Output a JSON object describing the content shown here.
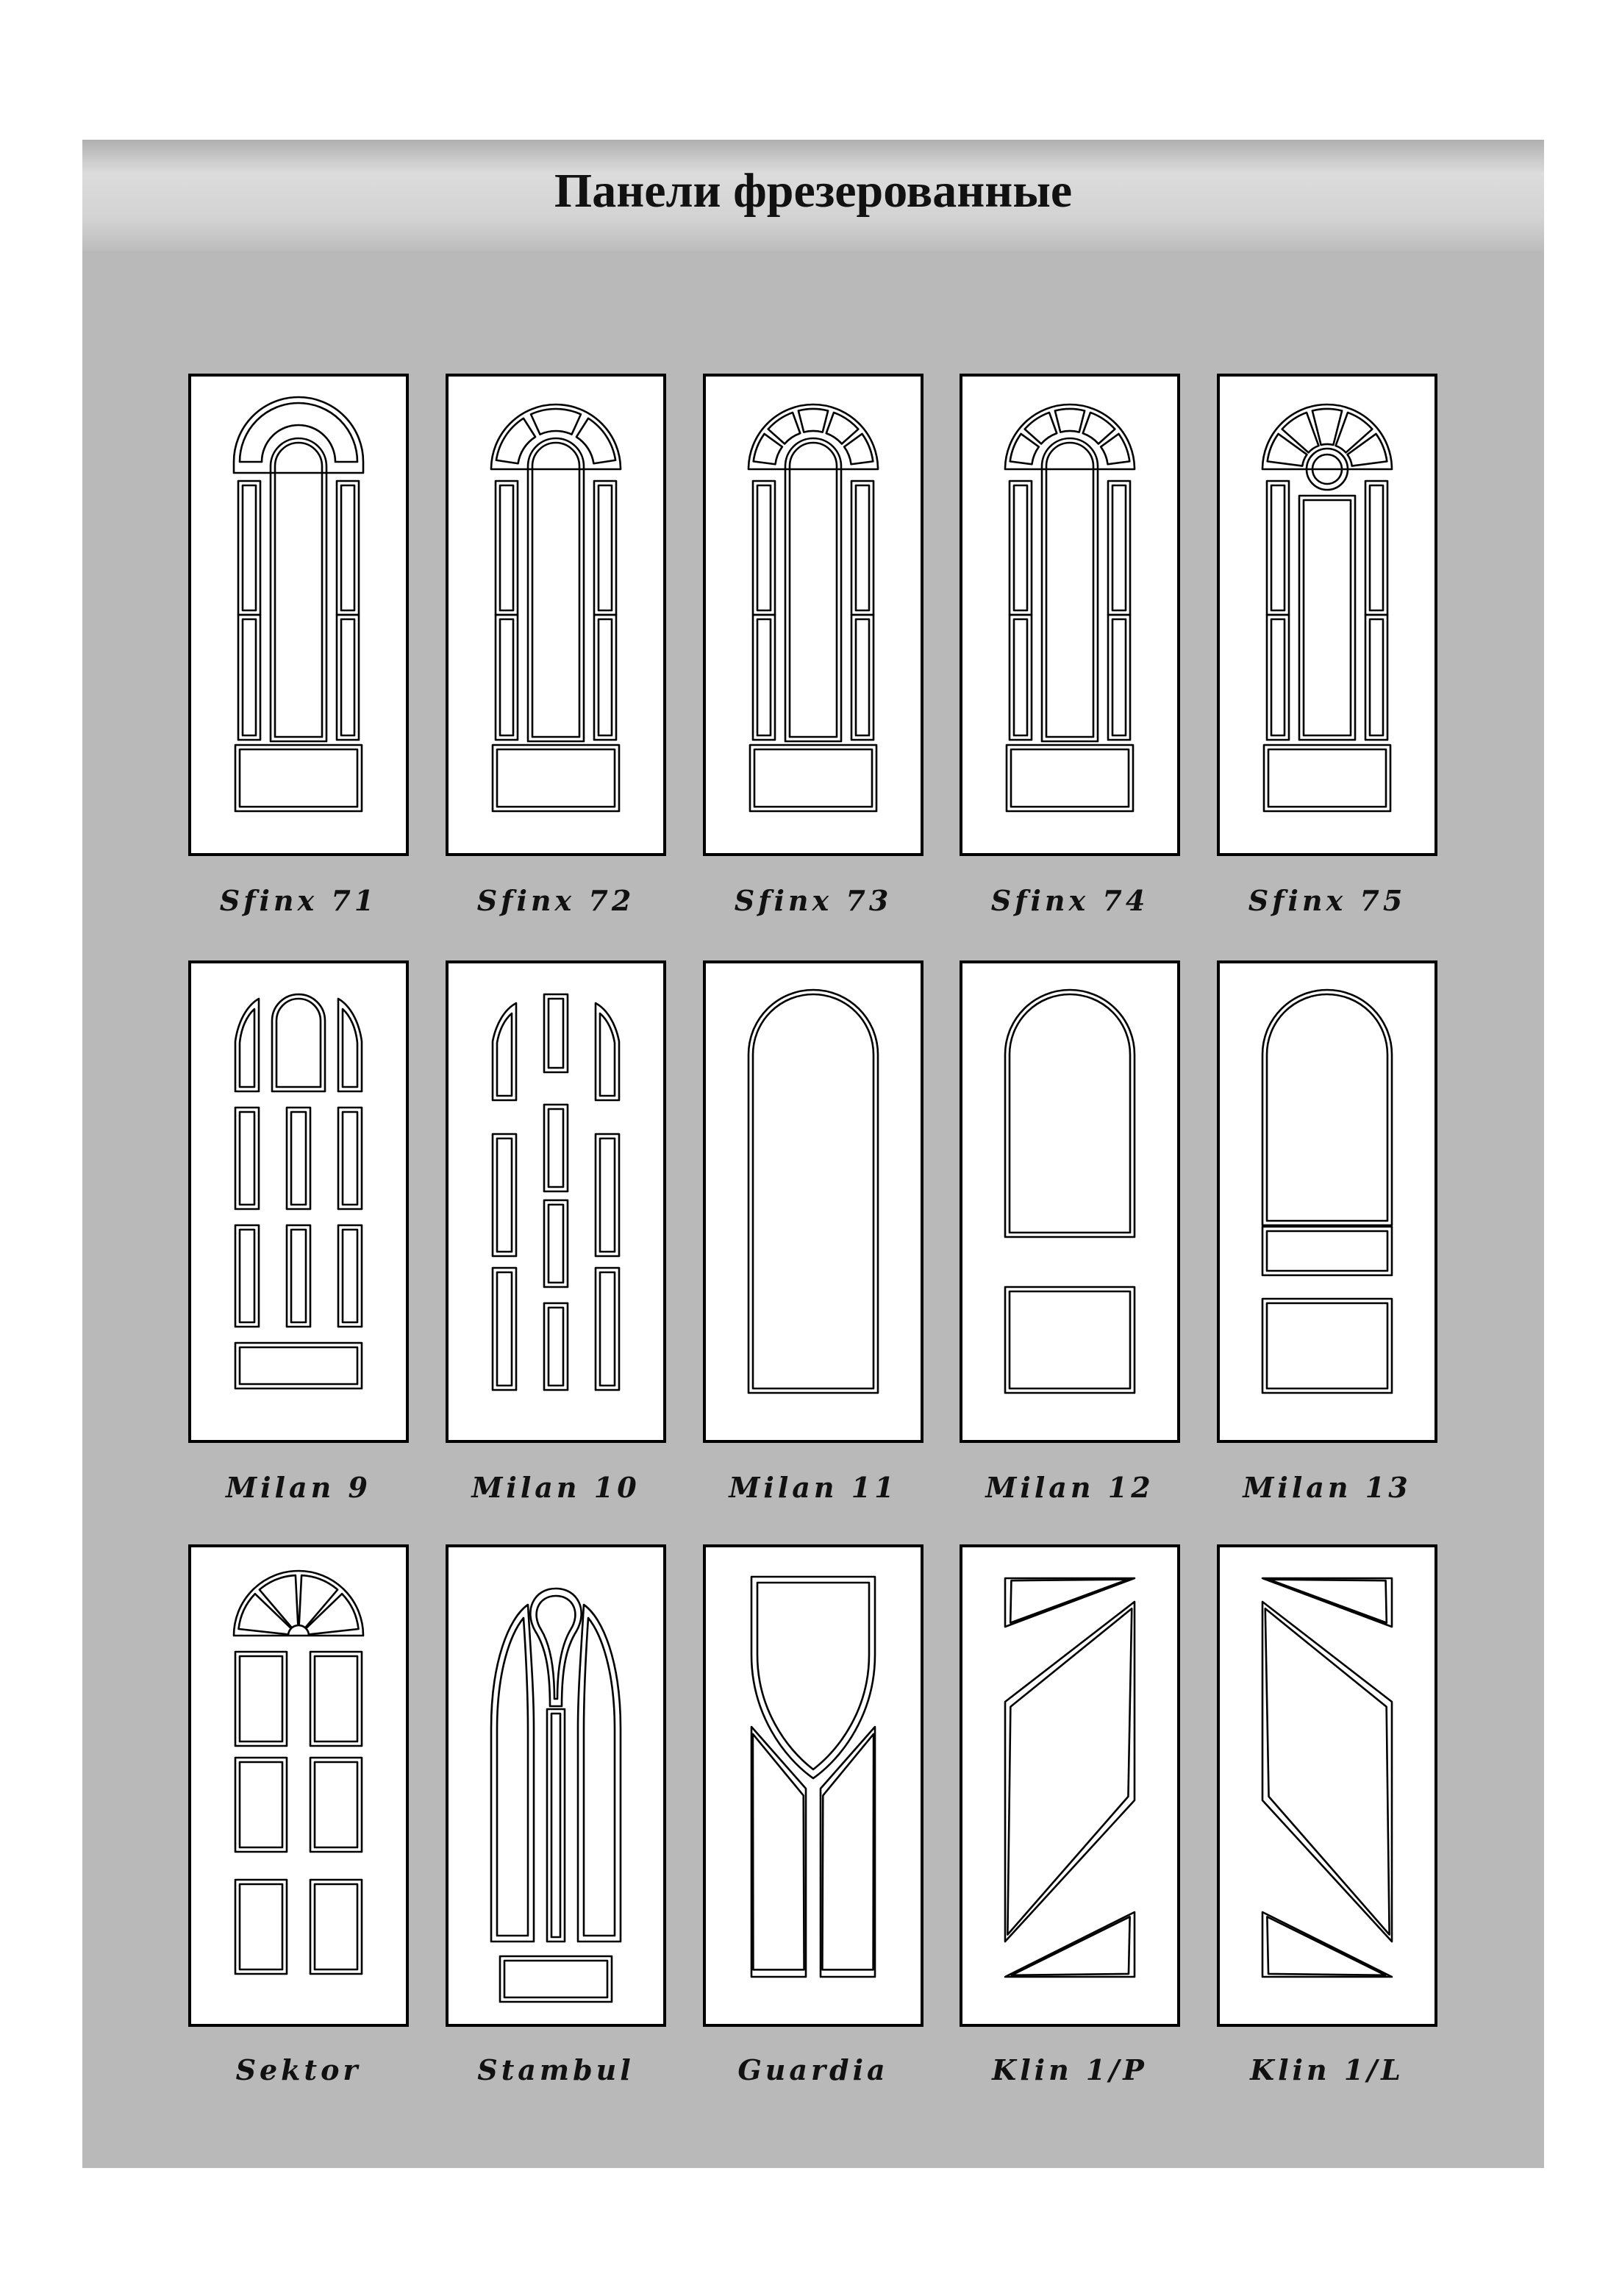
{
  "title": "Панели фрезерованные",
  "rows": [
    {
      "panels": [
        {
          "id": "sfinx-71",
          "name": "Sfinx  71"
        },
        {
          "id": "sfinx-72",
          "name": "Sfinx  72"
        },
        {
          "id": "sfinx-73",
          "name": "Sfinx  73"
        },
        {
          "id": "sfinx-74",
          "name": "Sfinx  74"
        },
        {
          "id": "sfinx-75",
          "name": "Sfinx  75"
        }
      ]
    },
    {
      "panels": [
        {
          "id": "milan-9",
          "name": "Milan  9"
        },
        {
          "id": "milan-10",
          "name": "Milan  10"
        },
        {
          "id": "milan-11",
          "name": "Milan  11"
        },
        {
          "id": "milan-12",
          "name": "Milan  12"
        },
        {
          "id": "milan-13",
          "name": "Milan  13"
        }
      ]
    },
    {
      "panels": [
        {
          "id": "sektor",
          "name": "Sektor"
        },
        {
          "id": "stambul",
          "name": "Stambul"
        },
        {
          "id": "guardia",
          "name": "Guardia"
        },
        {
          "id": "klin-1p",
          "name": "Klin  1/P"
        },
        {
          "id": "klin-1l",
          "name": "Klin  1/L"
        }
      ]
    }
  ]
}
